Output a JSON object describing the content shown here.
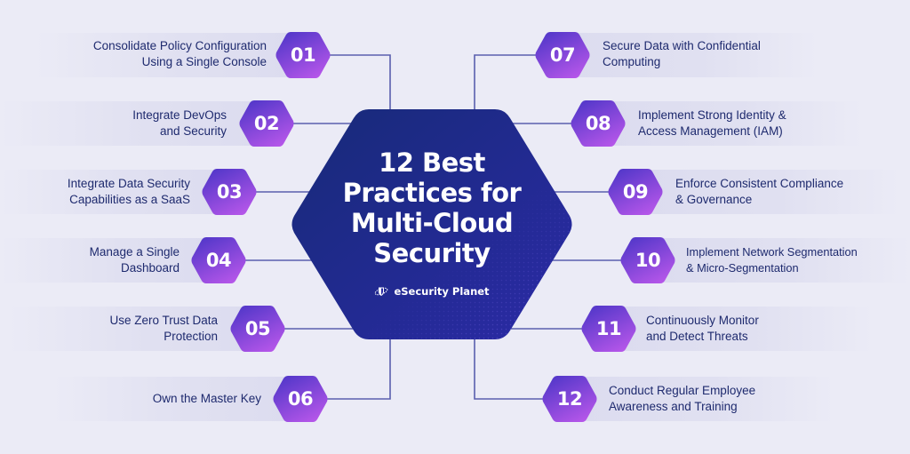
{
  "title": {
    "lines": [
      "12 Best",
      "Practices for",
      "Multi-Cloud",
      "Security"
    ]
  },
  "brand": {
    "name": "eSecurity Planet",
    "icon": "planet-shield-icon"
  },
  "colors": {
    "background": "#ebebf6",
    "center_hex_start": "#172a78",
    "center_hex_end": "#2b2aa6",
    "number_hex_start": "#5237c9",
    "number_hex_end": "#b857ea",
    "label_text": "#1e2a6e",
    "connector_line": "#5a5fae"
  },
  "practices": [
    {
      "number": "01",
      "text_lines": [
        "Consolidate Policy Configuration",
        "Using a Single Console"
      ],
      "side": "left"
    },
    {
      "number": "02",
      "text_lines": [
        "Integrate DevOps",
        "and Security"
      ],
      "side": "left"
    },
    {
      "number": "03",
      "text_lines": [
        "Integrate Data Security",
        "Capabilities as a SaaS"
      ],
      "side": "left"
    },
    {
      "number": "04",
      "text_lines": [
        "Manage a Single",
        "Dashboard"
      ],
      "side": "left"
    },
    {
      "number": "05",
      "text_lines": [
        "Use Zero Trust Data",
        "Protection"
      ],
      "side": "left"
    },
    {
      "number": "06",
      "text_lines": [
        "Own the Master Key"
      ],
      "side": "left"
    },
    {
      "number": "07",
      "text_lines": [
        "Secure Data with Confidential",
        "Computing"
      ],
      "side": "right"
    },
    {
      "number": "08",
      "text_lines": [
        "Implement Strong Identity &",
        "Access Management (IAM)"
      ],
      "side": "right"
    },
    {
      "number": "09",
      "text_lines": [
        "Enforce Consistent Compliance",
        "& Governance"
      ],
      "side": "right"
    },
    {
      "number": "10",
      "text_lines": [
        "Implement Network Segmentation",
        "& Micro-Segmentation"
      ],
      "side": "right"
    },
    {
      "number": "11",
      "text_lines": [
        "Continuously Monitor",
        "and Detect Threats"
      ],
      "side": "right"
    },
    {
      "number": "12",
      "text_lines": [
        "Conduct Regular Employee",
        "Awareness and Training"
      ],
      "side": "right"
    }
  ]
}
